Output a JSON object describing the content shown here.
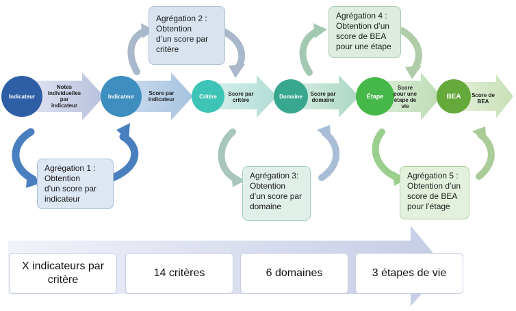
{
  "colors": {
    "indicateur_1": "#2e5fa6",
    "indicateur_2": "#3e8ec0",
    "critere": "#3ec4b6",
    "domaine": "#37a78e",
    "etape": "#45b849",
    "bea": "#64a93a"
  },
  "stages": [
    {
      "circle": "Indicateur",
      "arrow_label": "Notes\nindividuelles\npar\nindicateur"
    },
    {
      "circle": "Indicateur",
      "arrow_label": "Score par\nindicateur"
    },
    {
      "circle": "Critère",
      "arrow_label": "Score par\ncritère"
    },
    {
      "circle": "Domaine",
      "arrow_label": "Score par\ndomaine"
    },
    {
      "circle": "Étape",
      "arrow_label": "Score\npour une\nétape de\nvie"
    },
    {
      "circle": "BEA",
      "arrow_label": "Score de\nBEA"
    }
  ],
  "aggregations": [
    {
      "text": "Agrégation 1 :\nObtention\nd’un score par\nindicateur"
    },
    {
      "text": "Agrégation 2 :\nObtention\nd’un score par\ncritère"
    },
    {
      "text": "Agrégation 3:\nObtention\nd’un score par\ndomaine"
    },
    {
      "text": "Agrégation 4 :\nObtention d’un\nscore de BEA\npour une étape"
    },
    {
      "text": "Agrégation 5 :\nObtention d’un\nscore de BEA\npour l’étage"
    }
  ],
  "summary": [
    {
      "label": "X indicateurs par\ncritère"
    },
    {
      "label": "14 critères"
    },
    {
      "label": "6 domaines"
    },
    {
      "label": "3 étapes de vie"
    }
  ]
}
